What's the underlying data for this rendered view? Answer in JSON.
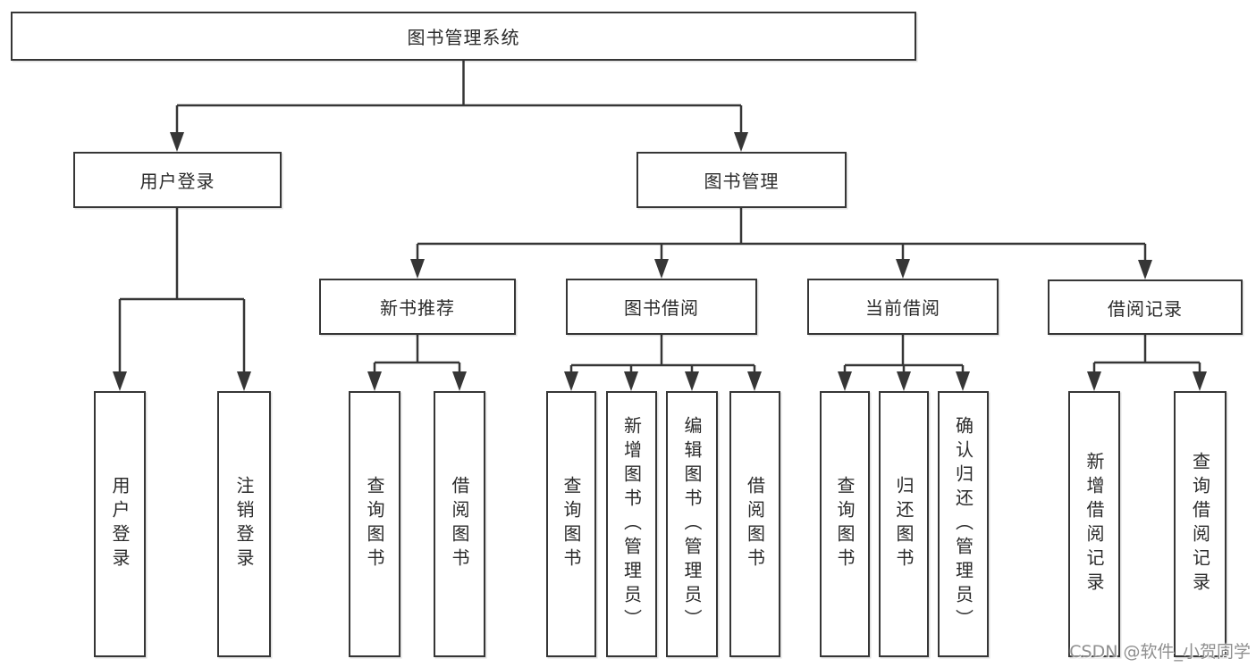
{
  "diagram_title": "图书管理系统",
  "tree": {
    "label": "图书管理系统",
    "children": [
      {
        "label": "用户登录",
        "children": [
          {
            "label": "用户登录"
          },
          {
            "label": "注销登录"
          }
        ]
      },
      {
        "label": "图书管理",
        "children": [
          {
            "label": "新书推荐",
            "children": [
              {
                "label": "查询图书"
              },
              {
                "label": "借阅图书"
              }
            ]
          },
          {
            "label": "图书借阅",
            "children": [
              {
                "label": "查询图书"
              },
              {
                "label": "新增图书（管理员）"
              },
              {
                "label": "编辑图书（管理员）"
              },
              {
                "label": "借阅图书"
              }
            ]
          },
          {
            "label": "当前借阅",
            "children": [
              {
                "label": "查询图书"
              },
              {
                "label": "归还图书"
              },
              {
                "label": "确认归还（管理员）"
              }
            ]
          },
          {
            "label": "借阅记录",
            "children": [
              {
                "label": "新增借阅记录"
              },
              {
                "label": "查询借阅记录"
              }
            ]
          }
        ]
      }
    ]
  },
  "watermark": {
    "text": "CSDN @软件_小贺同学",
    "color": "#8f8f8f"
  },
  "colors": {
    "line": "#363636",
    "box_border": "#363636",
    "text": "#2b2b2b",
    "background": "#ffffff"
  }
}
